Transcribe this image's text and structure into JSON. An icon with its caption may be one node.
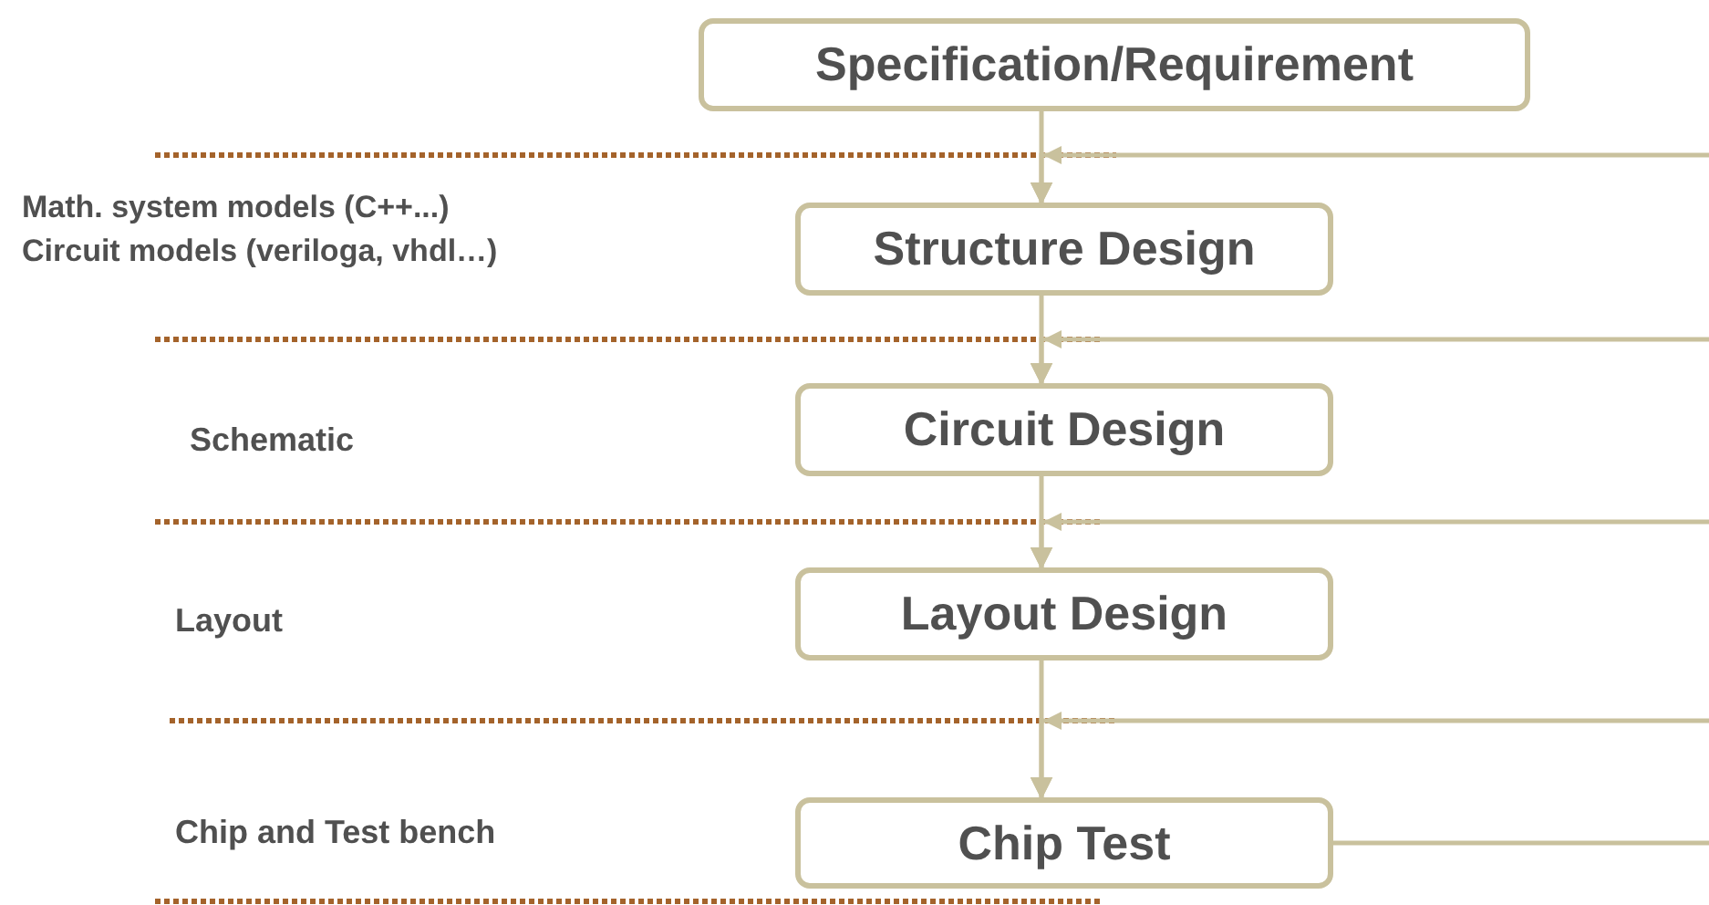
{
  "diagram": {
    "nodes": [
      {
        "text": [
          "Specification/Requirement"
        ]
      },
      {
        "text": [
          "Structure Design"
        ]
      },
      {
        "text": [
          "Circuit Design"
        ]
      },
      {
        "text": [
          "Layout Design"
        ]
      },
      {
        "text": [
          "Chip Test"
        ]
      }
    ],
    "edges": [
      {
        "from": 0,
        "to": 1,
        "arrow": "to"
      },
      {
        "from": 1,
        "to": 2,
        "arrow": "to"
      },
      {
        "from": 2,
        "to": 3,
        "arrow": "to"
      },
      {
        "from": 3,
        "to": 4,
        "arrow": "to"
      },
      {
        "from": 4,
        "to": null,
        "arrow": "none"
      },
      {
        "from": null,
        "to": 1,
        "arrow": "to"
      },
      {
        "from": null,
        "to": 2,
        "arrow": "to"
      },
      {
        "from": null,
        "to": 3,
        "arrow": "to"
      },
      {
        "from": null,
        "to": 4,
        "arrow": "to"
      }
    ],
    "labels": [
      "Math. system models (C++...)",
      "Circuit models (veriloga, vhdl…)",
      "Schematic",
      "Layout",
      "Chip and Test bench"
    ]
  }
}
